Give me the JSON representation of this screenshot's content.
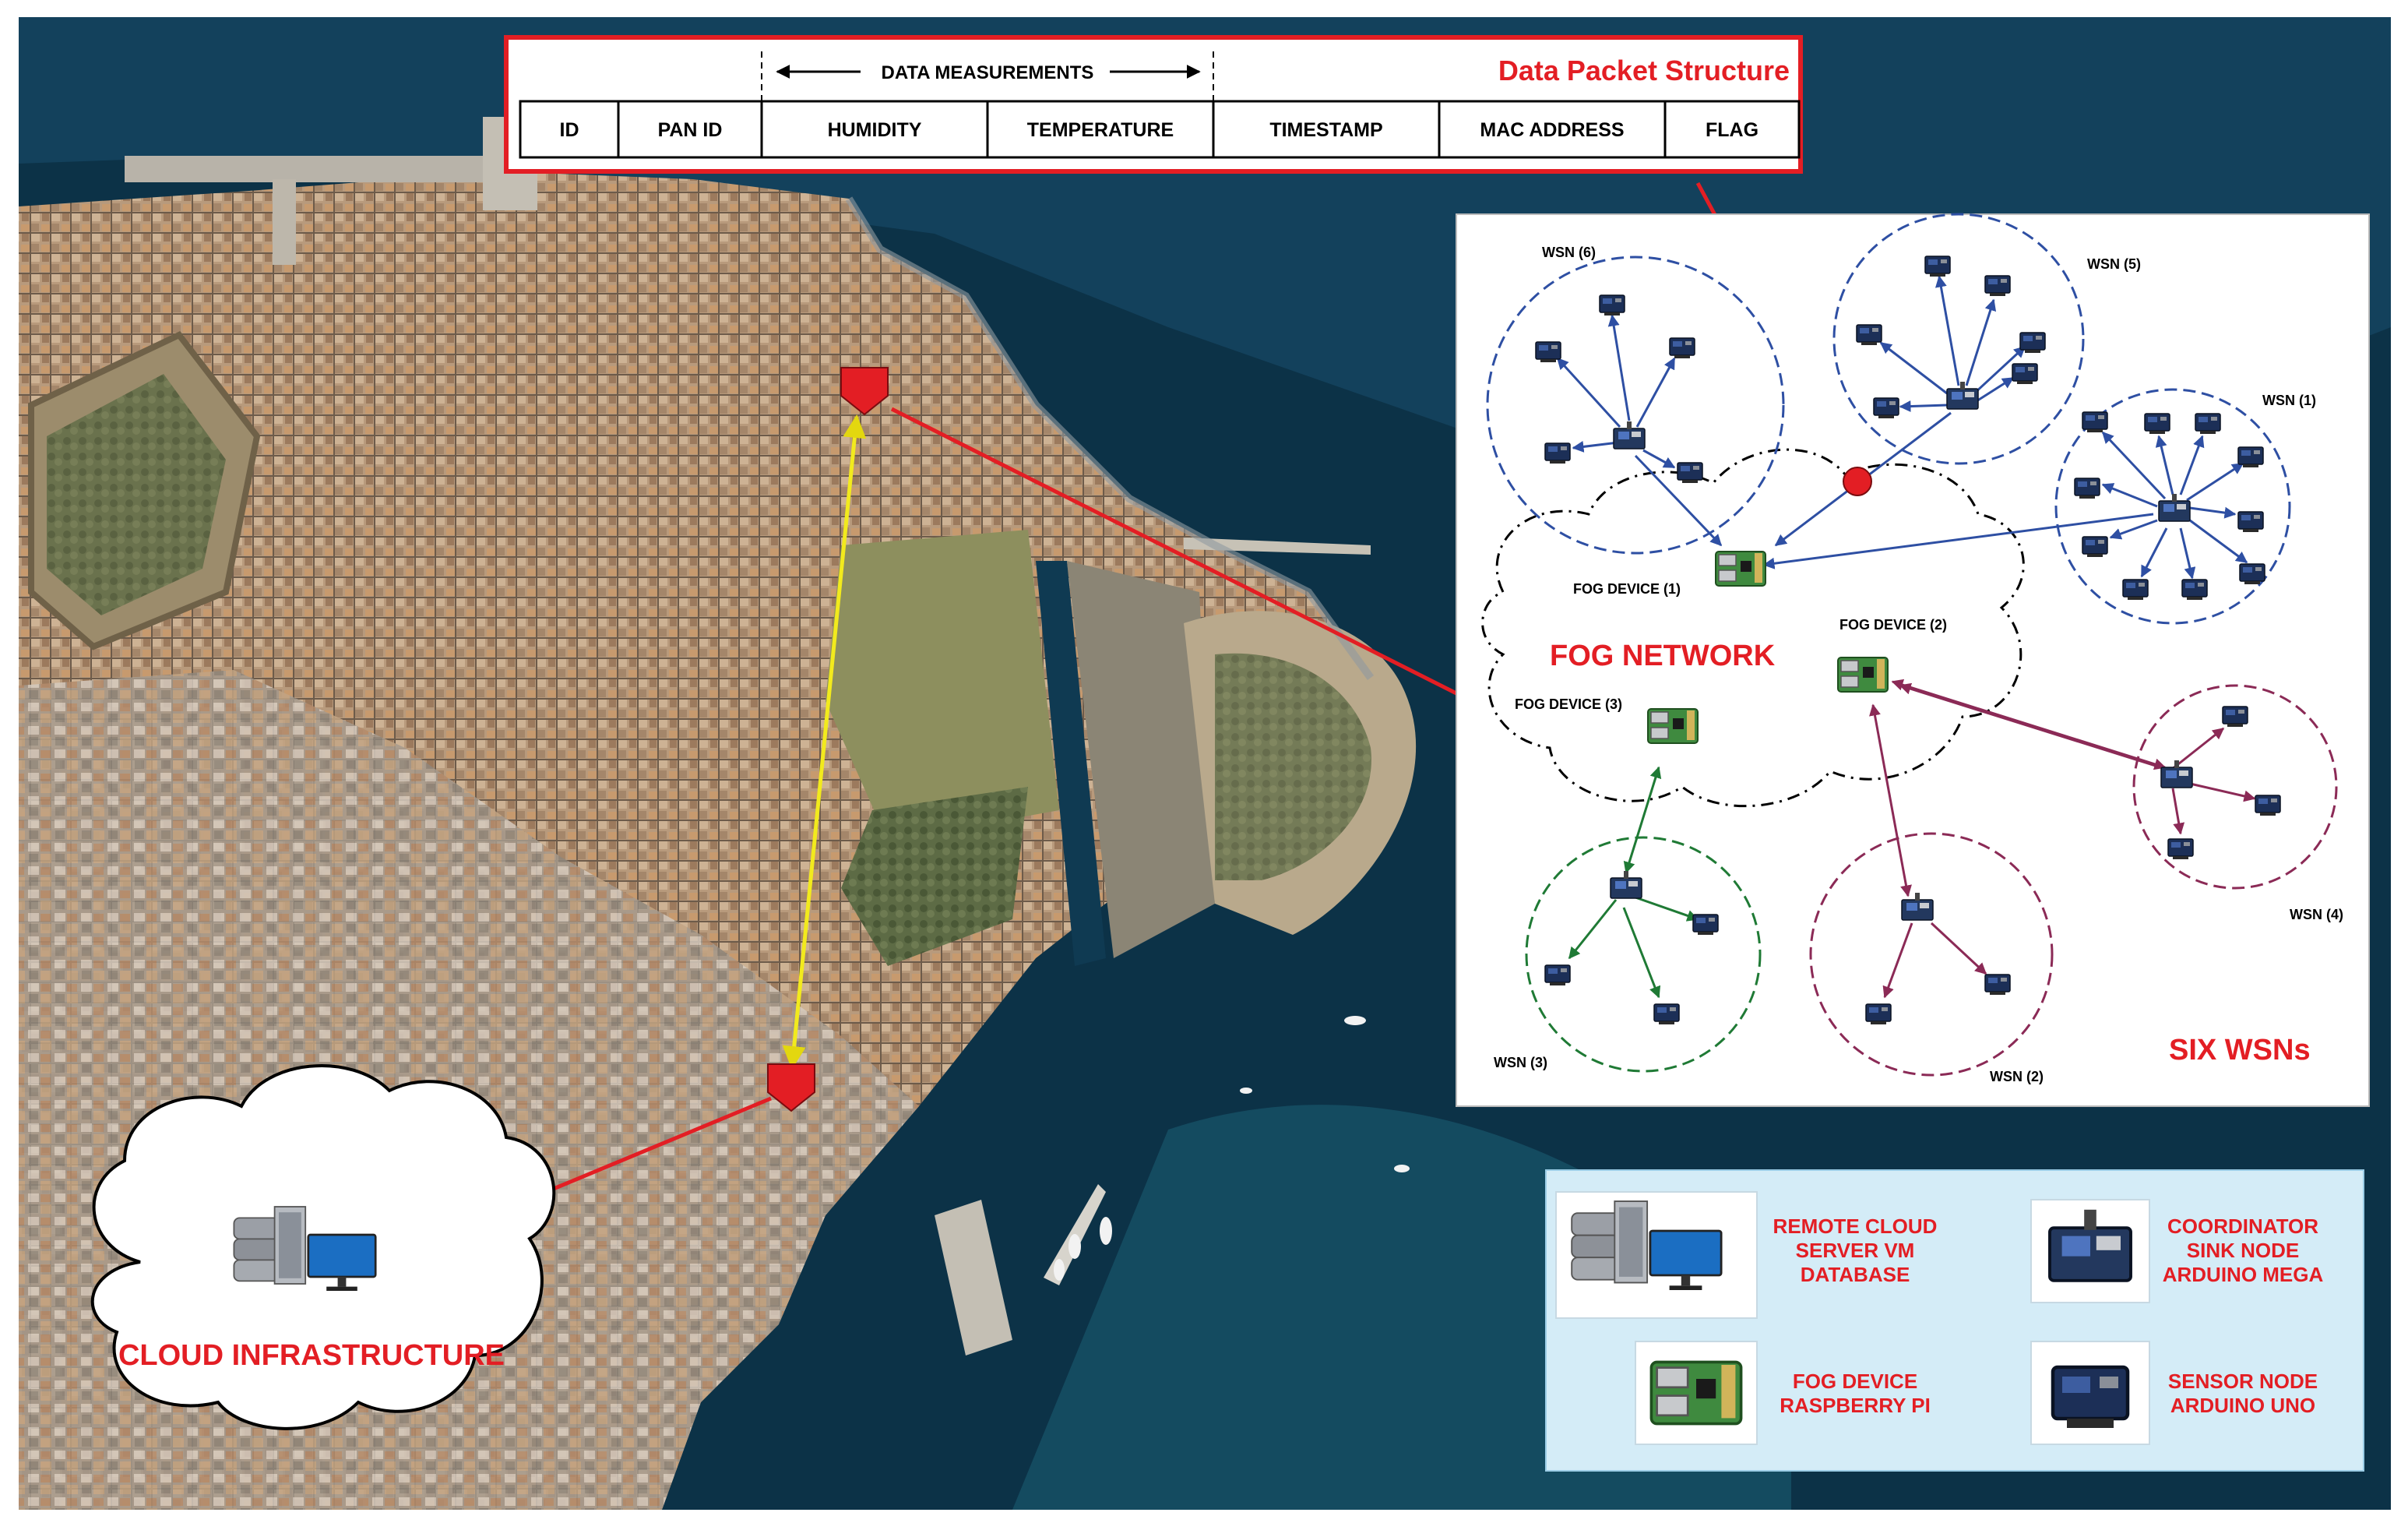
{
  "packet": {
    "title": "Data Packet Structure",
    "group_label": "DATA MEASUREMENTS",
    "fields": [
      "ID",
      "PAN ID",
      "HUMIDITY",
      "TEMPERATURE",
      "TIMESTAMP",
      "MAC ADDRESS",
      "FLAG"
    ]
  },
  "fog": {
    "title": "FOG NETWORK",
    "devices": [
      "FOG DEVICE (1)",
      "FOG DEVICE (2)",
      "FOG DEVICE (3)"
    ]
  },
  "wsn": {
    "labels": [
      "WSN (1)",
      "WSN (2)",
      "WSN (3)",
      "WSN (4)",
      "WSN (5)",
      "WSN (6)"
    ],
    "caption": "SIX WSNs"
  },
  "cloud": {
    "label": "CLOUD INFRASTRUCTURE"
  },
  "legend": {
    "items": [
      {
        "line1": "REMOTE CLOUD",
        "line2": "SERVER VM",
        "line3": "DATABASE"
      },
      {
        "line1": "COORDINATOR",
        "line2": "SINK NODE",
        "line3": "ARDUINO MEGA"
      },
      {
        "line1": "FOG DEVICE",
        "line2": "RASPBERRY PI",
        "line3": ""
      },
      {
        "line1": "SENSOR NODE",
        "line2": "ARDUINO UNO",
        "line3": ""
      }
    ]
  },
  "colors": {
    "accent_red": "#e31e24",
    "wsn_blue": "#2e4fa3",
    "wsn_purple": "#8b2a56",
    "wsn_green": "#1f7a35",
    "link_yellow": "#f2ea1d",
    "sea": "#0c3247",
    "legend_bg": "#d4ecf7"
  }
}
